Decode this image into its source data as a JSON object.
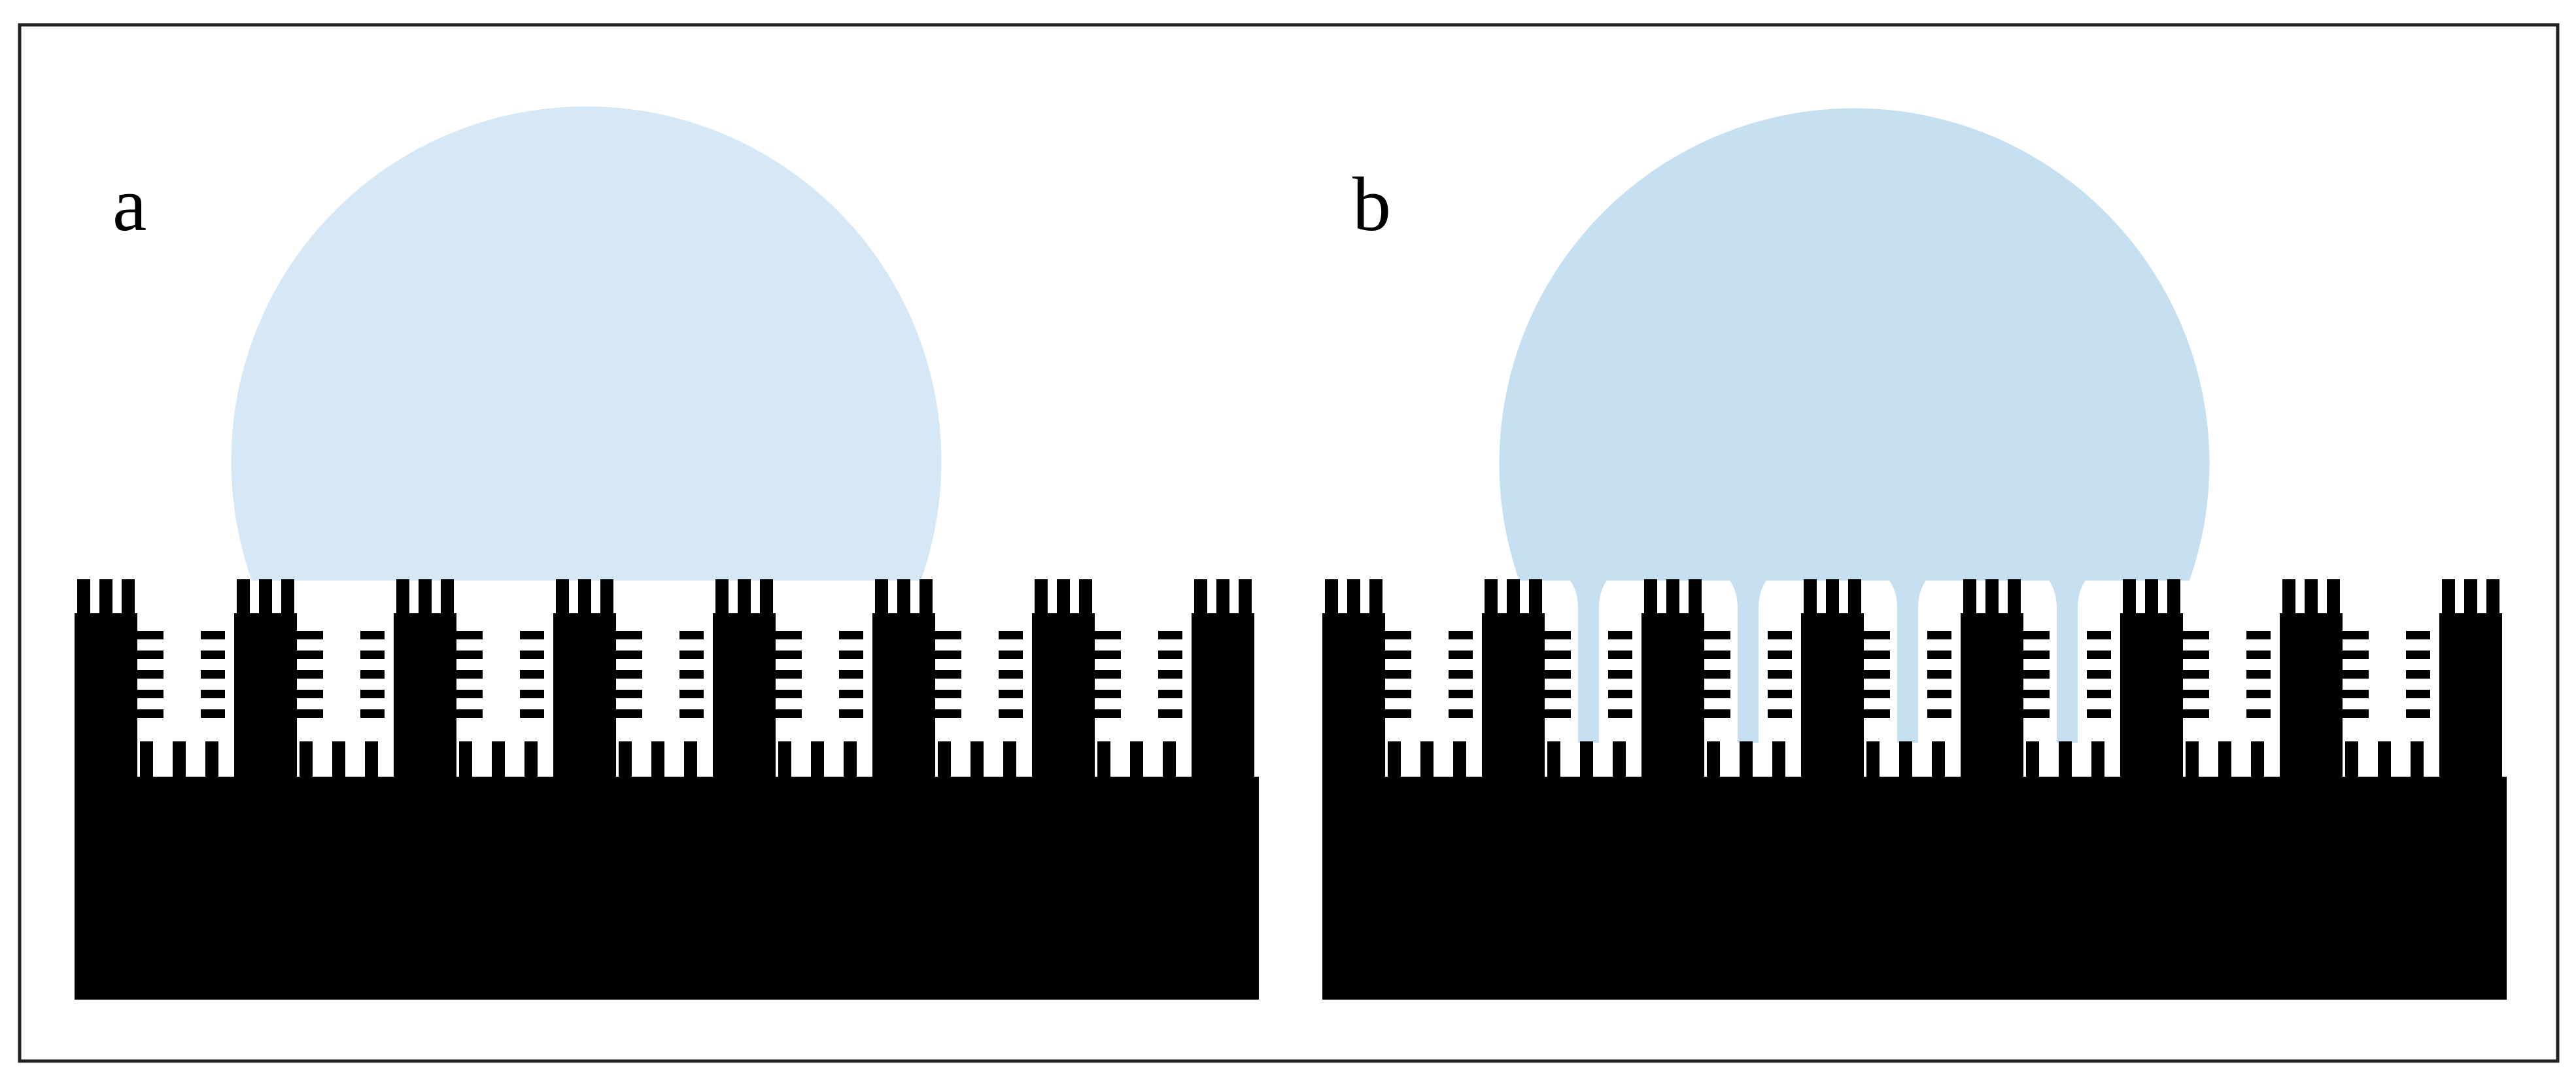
{
  "figure": {
    "panels": [
      {
        "id": "a",
        "label": "a",
        "state": "droplet resting on top of surface structure",
        "droplet_color": "#d6e8f5"
      },
      {
        "id": "b",
        "label": "b",
        "state": "droplet penetrating into grooves of surface structure",
        "droplet_color": "#c7e0f1"
      }
    ],
    "colors": {
      "substrate": "#000000",
      "frame": "#222222",
      "background": "#ffffff"
    }
  }
}
